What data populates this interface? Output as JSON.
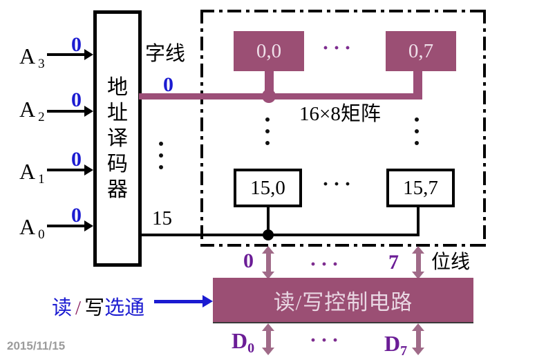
{
  "colors": {
    "cell_purple": "#9b4f74",
    "word_line_purple": "#9c4f78",
    "arrow_mauve": "#a06a88",
    "label_purple": "#6b1d96",
    "accent_blue": "#1b1bd1",
    "slash_maroon": "#8b2060",
    "cell_text_light": "#efdfe9"
  },
  "decoder": {
    "label": "地址译码器"
  },
  "address_inputs": [
    {
      "letter": "A",
      "sub": "3",
      "value": "0"
    },
    {
      "letter": "A",
      "sub": "2",
      "value": "0"
    },
    {
      "letter": "A",
      "sub": "1",
      "value": "0"
    },
    {
      "letter": "A",
      "sub": "0",
      "value": "0"
    }
  ],
  "word_lines": {
    "label": "字线",
    "top_index": "0",
    "bottom_index": "15"
  },
  "matrix": {
    "label": "16×8矩阵",
    "cells": [
      "0,0",
      "0,7",
      "15,0",
      "15,7"
    ],
    "row_ellipsis_top": "···",
    "row_ellipsis_bottom": "···"
  },
  "bit_lines": {
    "label": "位线",
    "left_index": "0",
    "right_index": "7",
    "ellipsis": "···"
  },
  "control": {
    "label": "读/写控制电路"
  },
  "strobe": {
    "read": "读",
    "slash": "/",
    "write": "写",
    "suffix": "选通"
  },
  "data_lines": {
    "d0": {
      "letter": "D",
      "sub": "0"
    },
    "d7": {
      "letter": "D",
      "sub": "7"
    },
    "ellipsis": "···"
  },
  "footer": {
    "date": "2015/11/15"
  }
}
